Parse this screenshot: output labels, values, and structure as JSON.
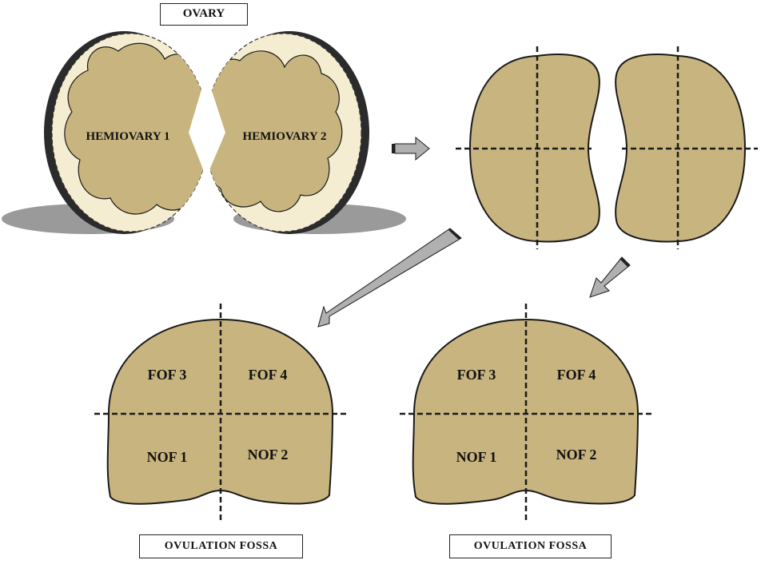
{
  "title": "OVARY",
  "hemiovaries": {
    "left_label": "HEMIOVARY 1",
    "right_label": "HEMIOVARY 2"
  },
  "fragments": {
    "fof_left": "FOF 3",
    "fof_right": "FOF 4",
    "nof_left": "NOF 1",
    "nof_right": "NOF 2"
  },
  "fossa_label": "OVULATION  FOSSA",
  "colors": {
    "tissue": "#c8b47e",
    "cortex": "#f5edd2",
    "capsule": "#2b2b2b",
    "shadow": "#9a9a9a",
    "arrow_fill": "#b0b0b0",
    "outline": "#1a1a1a"
  }
}
